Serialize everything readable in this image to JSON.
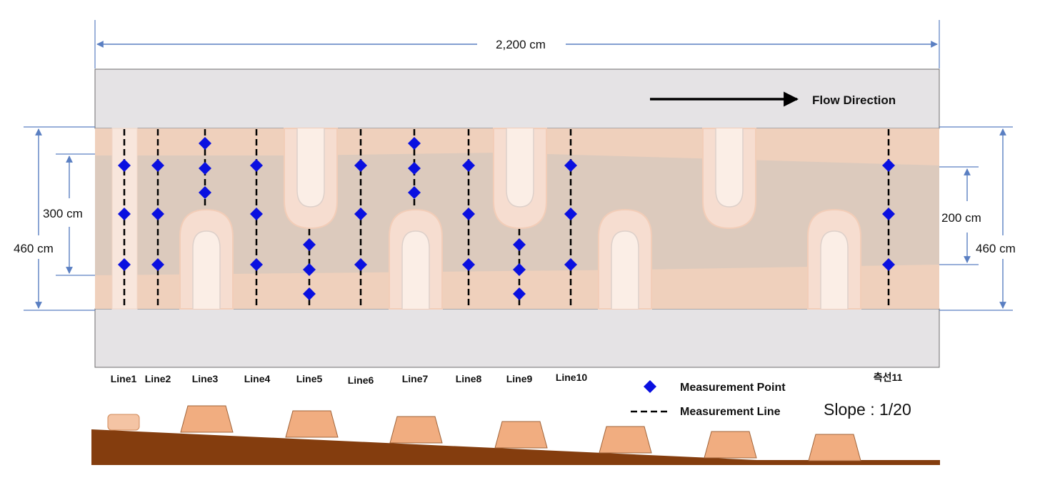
{
  "plan": {
    "width_dimension": "2,200 cm",
    "flow_label": "Flow Direction",
    "left_outer_dimension": "460 cm",
    "left_inner_dimension": "300 cm",
    "right_inner_dimension": "200 cm",
    "right_outer_dimension": "460 cm"
  },
  "line_labels": [
    "Line1",
    "Line2",
    "Line3",
    "Line4",
    "Line5",
    "Line6",
    "Line7",
    "Line8",
    "Line9",
    "Line10",
    "측선11"
  ],
  "legend": {
    "point_label": "Measurement Point",
    "line_label": "Measurement Line",
    "point_color": "#0a10e0"
  },
  "profile": {
    "slope_label": "Slope : 1/20"
  },
  "colors": {
    "bank": "#e5e3e5",
    "channel": "#efd0bc",
    "deep_zone": "#dccabd",
    "groyne": "#f6ddd0",
    "ground": "#843d0e",
    "block": "#f1ad80",
    "dimension": "#5a7fc2"
  }
}
